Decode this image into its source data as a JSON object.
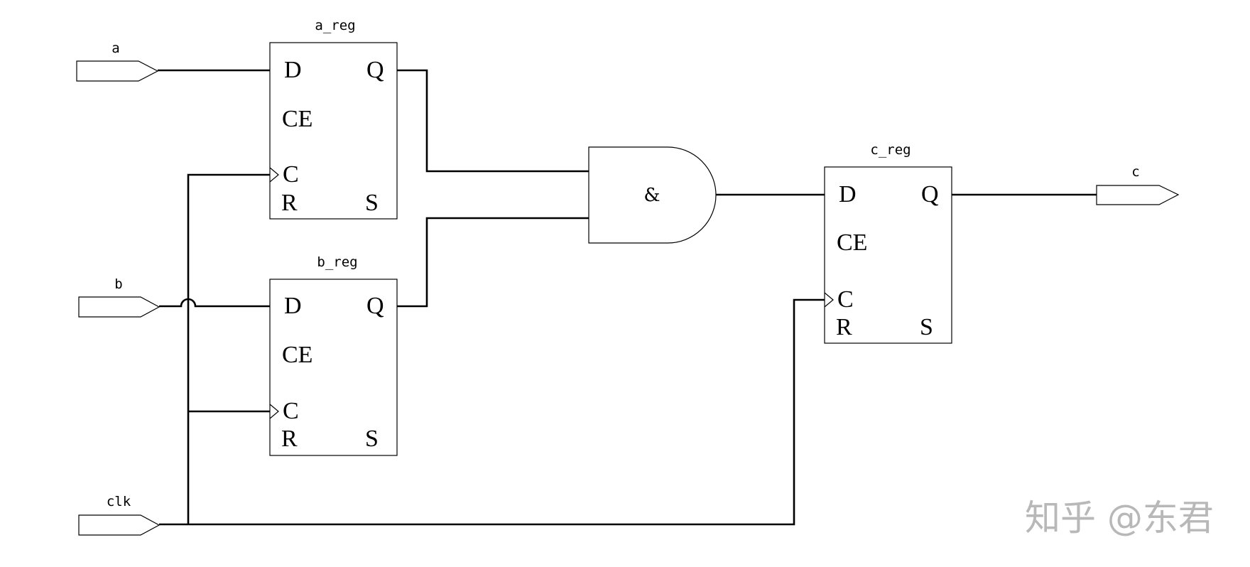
{
  "ports": {
    "input_a": "a",
    "input_b": "b",
    "input_clk": "clk",
    "output_c": "c"
  },
  "registers": {
    "a_reg": {
      "name": "a_reg",
      "pins": {
        "d": "D",
        "q": "Q",
        "ce": "CE",
        "c": "C",
        "r": "R",
        "s": "S"
      }
    },
    "b_reg": {
      "name": "b_reg",
      "pins": {
        "d": "D",
        "q": "Q",
        "ce": "CE",
        "c": "C",
        "r": "R",
        "s": "S"
      }
    },
    "c_reg": {
      "name": "c_reg",
      "pins": {
        "d": "D",
        "q": "Q",
        "ce": "CE",
        "c": "C",
        "r": "R",
        "s": "S"
      }
    }
  },
  "and_gate": {
    "symbol": "&"
  },
  "watermark": "知乎 @东君"
}
